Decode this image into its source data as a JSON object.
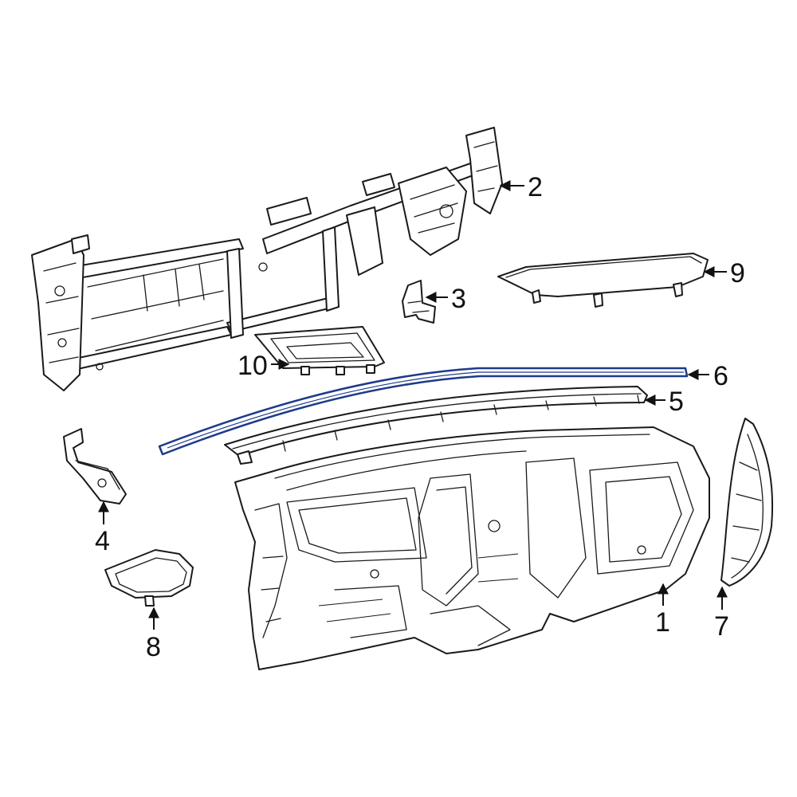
{
  "diagram": {
    "highlight_color": "#1e3a8a",
    "line_color": "#1a1a1a",
    "background": "#ffffff",
    "highlighted_part": "6",
    "callouts": {
      "c1": "1",
      "c2": "2",
      "c3": "3",
      "c4": "4",
      "c5": "5",
      "c6": "6",
      "c7": "7",
      "c8": "8",
      "c9": "9",
      "c10": "10"
    }
  }
}
